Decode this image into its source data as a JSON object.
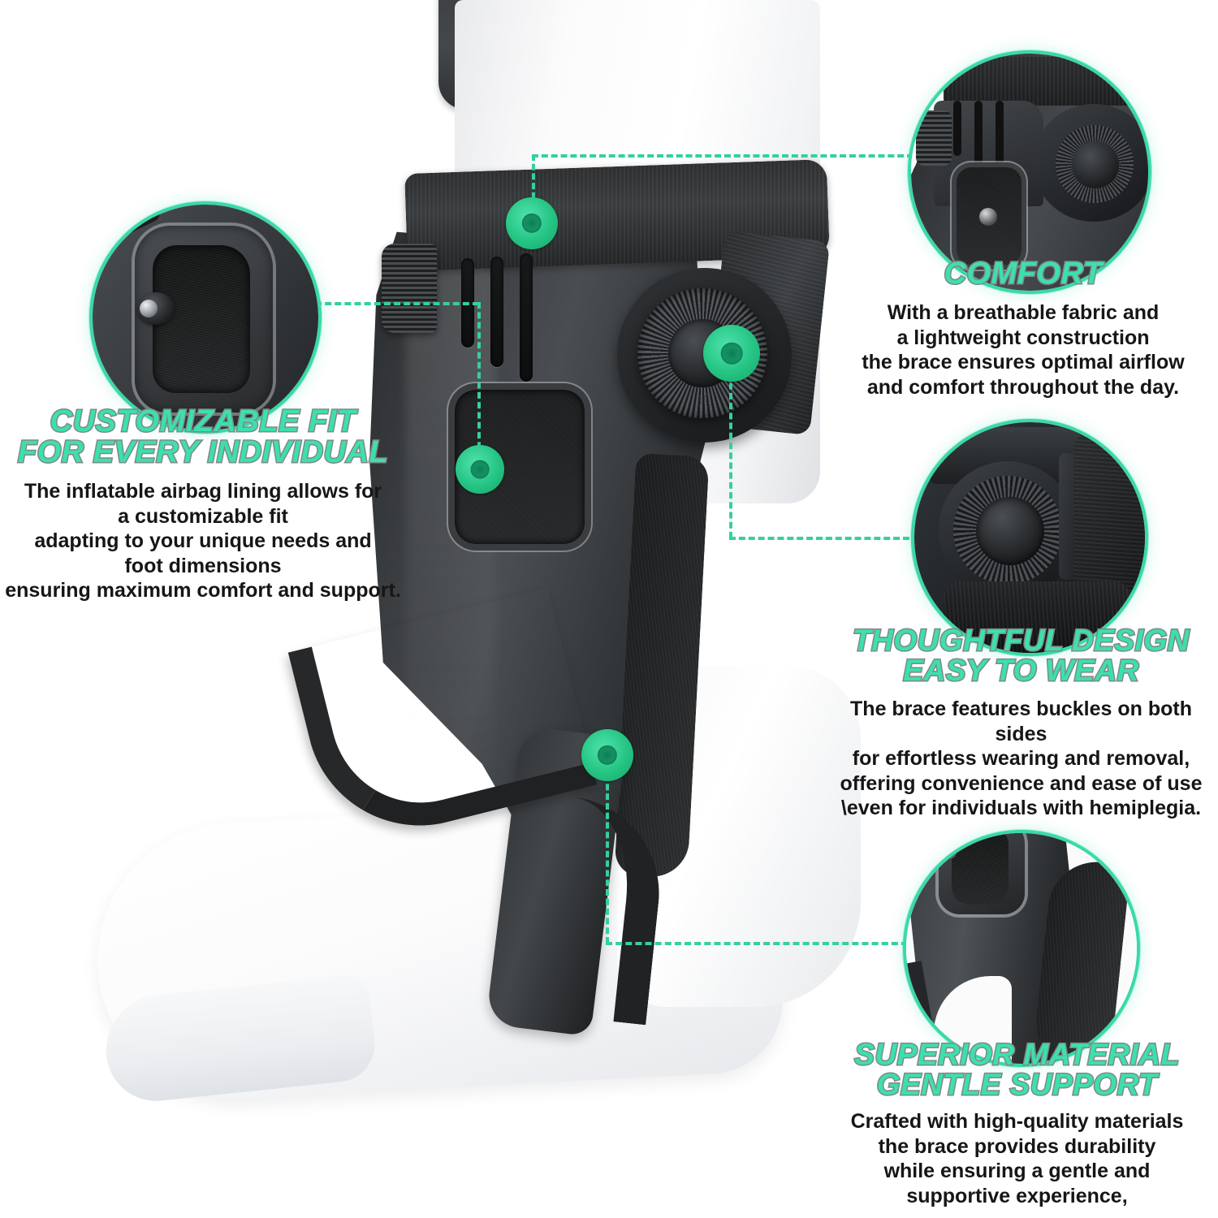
{
  "theme": {
    "accent": "#3ddfae",
    "accent_line": "#35cfa0",
    "accent_outline": "#7e8a86",
    "marker_green": "#25c483",
    "body_text": "#161616",
    "background": "#ffffff"
  },
  "product": {
    "name": "ankle-foot-orthosis-brace",
    "alt": "Black AFO ankle brace worn over a white sock on a foot"
  },
  "features": [
    {
      "id": "customizable-fit",
      "title_lines": [
        "CUSTOMIZABLE FIT",
        "FOR EVERY INDIVIDUAL"
      ],
      "body_lines": [
        "The inflatable airbag lining allows for",
        "a customizable fit",
        "adapting to your unique needs and",
        "foot dimensions",
        "ensuring maximum comfort and support."
      ],
      "callout_icon": "airbag-valve-closeup"
    },
    {
      "id": "comfort",
      "title_lines": [
        "COMFORT"
      ],
      "body_lines": [
        "With a breathable fabric and",
        "a lightweight construction",
        "the brace ensures optimal airflow",
        "and comfort throughout the day."
      ],
      "callout_icon": "breathable-fabric-closeup"
    },
    {
      "id": "thoughtful-design",
      "title_lines": [
        "THOUGHTFUL DESIGN",
        "EASY TO WEAR"
      ],
      "body_lines": [
        "The brace features buckles on both sides",
        "for effortless wearing and removal,",
        "offering convenience and ease of use",
        "\\even for individuals with hemiplegia."
      ],
      "callout_icon": "buckle-dial-closeup"
    },
    {
      "id": "superior-material",
      "title_lines": [
        "SUPERIOR MATERIAL",
        "GENTLE SUPPORT"
      ],
      "body_lines": [
        "Crafted with high-quality materials",
        "the brace provides durability",
        "while ensuring a gentle and",
        "supportive experience,"
      ],
      "callout_icon": "shell-material-closeup"
    }
  ],
  "markers": [
    {
      "id": "marker-top-strap",
      "label": "comfort-marker"
    },
    {
      "id": "marker-airbag-pad",
      "label": "customizable-fit-marker"
    },
    {
      "id": "marker-dial",
      "label": "thoughtful-design-marker"
    },
    {
      "id": "marker-shell",
      "label": "superior-material-marker"
    }
  ]
}
